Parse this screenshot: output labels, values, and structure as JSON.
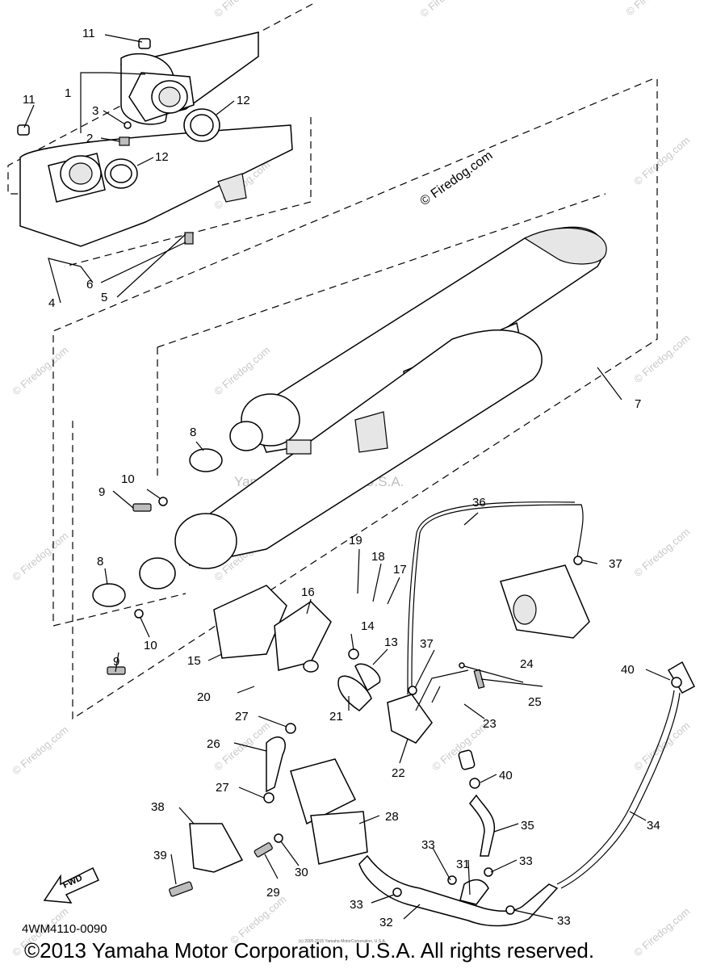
{
  "watermark": "© Firedog.com",
  "center_watermark": "Yamaha Motor Corp, U.S.A.",
  "diagram_code": "4WM4110-0090",
  "fine_print": "(c) 2005-2015 Yamaha MotorCorporation, U.S.A.",
  "copyright": "©2013 Yamaha Motor Corporation, U.S.A. All rights reserved.",
  "direction_label": "FWD",
  "part_numbers": [
    "1",
    "2",
    "3",
    "4",
    "5",
    "6",
    "7",
    "8",
    "9",
    "10",
    "11",
    "12",
    "13",
    "14",
    "15",
    "16",
    "17",
    "18",
    "19",
    "20",
    "21",
    "22",
    "23",
    "24",
    "25",
    "26",
    "27",
    "28",
    "29",
    "30",
    "31",
    "32",
    "33",
    "34",
    "35",
    "36",
    "37",
    "38",
    "39",
    "40"
  ]
}
